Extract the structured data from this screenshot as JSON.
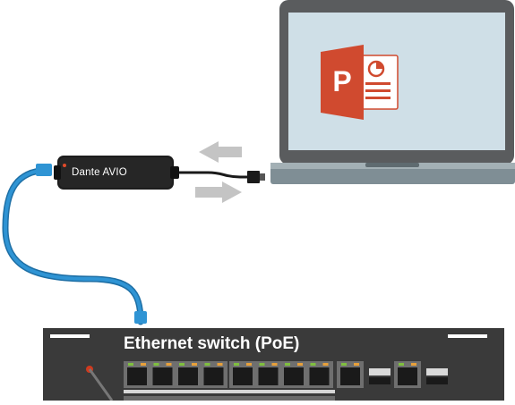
{
  "diagram": {
    "adapter_label": "Dante AVIO",
    "switch_label": "Ethernet switch (PoE)",
    "app_icon_letter": "P"
  },
  "colors": {
    "laptop_body": "#5a5c5e",
    "laptop_screen": "#cfdfe7",
    "laptop_base": "#7f8e95",
    "powerpoint_red": "#d04a2f",
    "adapter_body": "#1d1d1d",
    "ethernet_cable": "#2a86c4",
    "arrows": "#c4c4c4",
    "switch_body": "#3a3a3a",
    "port_led_green": "#7fbf3f",
    "port_led_orange": "#e8a03a"
  }
}
